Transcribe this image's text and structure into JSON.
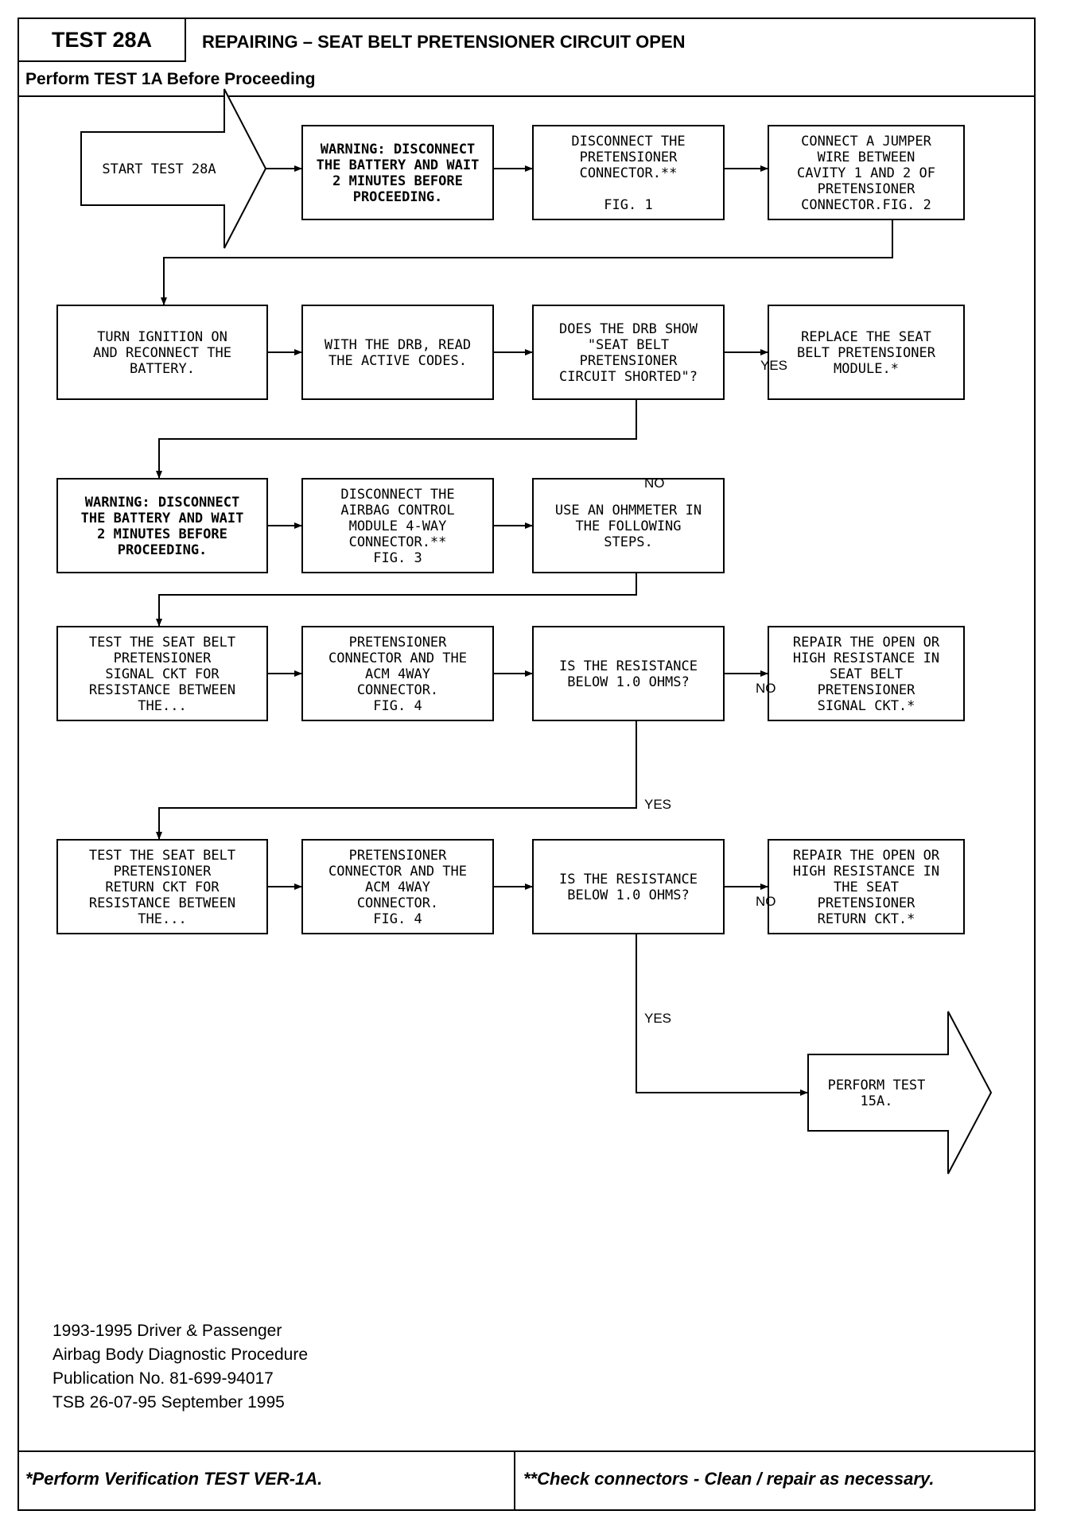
{
  "header": {
    "test_id": "TEST 28A",
    "title": "REPAIRING – SEAT BELT PRETENSIONER CIRCUIT OPEN",
    "prereq": "Perform TEST 1A Before Proceeding"
  },
  "flow": {
    "start": [
      "START TEST 28A"
    ],
    "warn1": [
      "WARNING: DISCONNECT",
      "THE BATTERY AND WAIT",
      "2 MINUTES BEFORE",
      "PROCEEDING."
    ],
    "disc_pret": [
      "DISCONNECT THE",
      "PRETENSIONER",
      "CONNECTOR.**",
      "",
      "FIG. 1"
    ],
    "jumper": [
      "CONNECT A JUMPER",
      "WIRE BETWEEN",
      "CAVITY 1 AND 2 OF",
      "PRETENSIONER",
      "CONNECTOR.FIG. 2"
    ],
    "ignition": [
      "TURN IGNITION ON",
      "AND RECONNECT THE",
      "BATTERY."
    ],
    "read_codes": [
      "WITH THE DRB, READ",
      "THE ACTIVE CODES."
    ],
    "drb_q": [
      "DOES THE DRB SHOW",
      "\"SEAT BELT",
      "PRETENSIONER",
      "CIRCUIT SHORTED\"?"
    ],
    "replace": [
      "REPLACE THE SEAT",
      "BELT PRETENSIONER",
      "MODULE.*"
    ],
    "warn2": [
      "WARNING:  DISCONNECT",
      "THE BATTERY AND WAIT",
      "2 MINUTES BEFORE",
      "PROCEEDING."
    ],
    "disc_acm": [
      "DISCONNECT THE",
      "AIRBAG CONTROL",
      "MODULE 4-WAY",
      "CONNECTOR.**",
      "FIG. 3"
    ],
    "ohm": [
      "USE AN OHMMETER IN",
      "THE FOLLOWING",
      "STEPS."
    ],
    "sig_test": [
      "TEST THE SEAT BELT",
      "PRETENSIONER",
      "SIGNAL CKT FOR",
      "RESISTANCE BETWEEN",
      "THE..."
    ],
    "sig_conn": [
      "PRETENSIONER",
      "CONNECTOR AND THE",
      "ACM 4WAY",
      "CONNECTOR.",
      "FIG. 4"
    ],
    "sig_q": [
      "IS THE RESISTANCE",
      "BELOW 1.0 OHMS?"
    ],
    "sig_repair": [
      "REPAIR THE OPEN OR",
      "HIGH RESISTANCE IN",
      "SEAT BELT",
      "PRETENSIONER",
      "SIGNAL CKT.*"
    ],
    "ret_test": [
      "TEST THE SEAT BELT",
      "PRETENSIONER",
      "RETURN CKT FOR",
      "RESISTANCE BETWEEN",
      "THE..."
    ],
    "ret_conn": [
      "PRETENSIONER",
      "CONNECTOR AND THE",
      "ACM 4WAY",
      "CONNECTOR.",
      "FIG. 4"
    ],
    "ret_q": [
      "IS THE RESISTANCE",
      "BELOW 1.0 OHMS?"
    ],
    "ret_repair": [
      "REPAIR THE OPEN OR",
      "HIGH RESISTANCE IN",
      "THE SEAT",
      "PRETENSIONER",
      "RETURN CKT.*"
    ],
    "perform15a": [
      "PERFORM TEST",
      "15A."
    ]
  },
  "labels": {
    "yes": "YES",
    "no": "NO"
  },
  "publication": {
    "line1": "1993-1995 Driver & Passenger",
    "line2": "Airbag Body Diagnostic Procedure",
    "line3": "Publication No. 81-699-94017",
    "line4": "TSB 26-07-95 September 1995"
  },
  "footer": {
    "left": "*Perform Verification TEST VER-1A.",
    "right": "**Check connectors - Clean / repair as necessary."
  }
}
